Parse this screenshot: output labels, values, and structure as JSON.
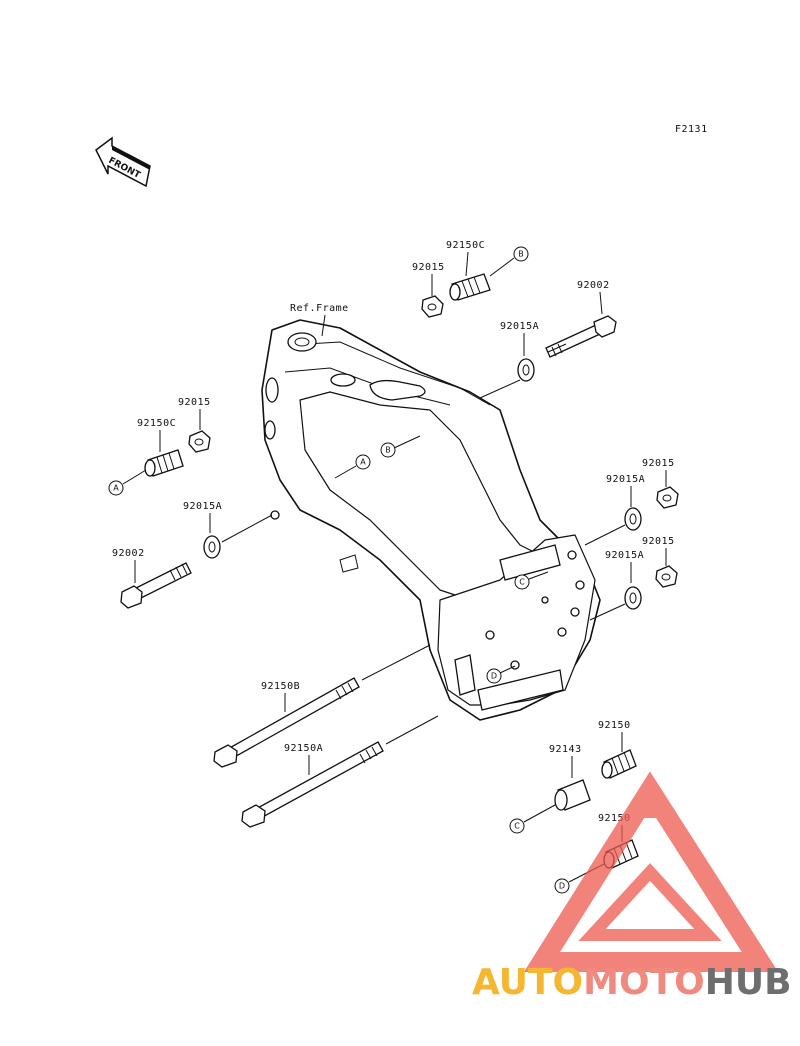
{
  "diagram": {
    "code": "F2131",
    "front_label": "FRONT",
    "ref_frame_label": "Ref.Frame",
    "part_labels": {
      "p92150C_top": "92150C",
      "p92015_top": "92015",
      "p92002_right": "92002",
      "p92015A_top": "92015A",
      "p92015_left": "92015",
      "p92150C_left": "92150C",
      "p92015A_left": "92015A",
      "p92002_left": "92002",
      "p92015_right1": "92015",
      "p92015A_right1": "92015A",
      "p92015_right2": "92015",
      "p92015A_right2": "92015A",
      "p92150B": "92150B",
      "p92150A": "92150A",
      "p92150_a": "92150",
      "p92143": "92143",
      "p92150_b": "92150"
    },
    "callouts": {
      "A_left": "A",
      "A_frame": "A",
      "B_top": "B",
      "B_frame": "B",
      "C_frame": "C",
      "C_bottom": "C",
      "D_frame": "D",
      "D_bottom": "D"
    }
  },
  "watermark": {
    "text_part1": "AUTO",
    "text_part2": "MOTO",
    "text_part3": "HUB",
    "color_part1": "#f5b731",
    "color_part2": "#f08a7e",
    "color_part3": "#6e6e6e",
    "triangle_color": "#ee5a50"
  }
}
